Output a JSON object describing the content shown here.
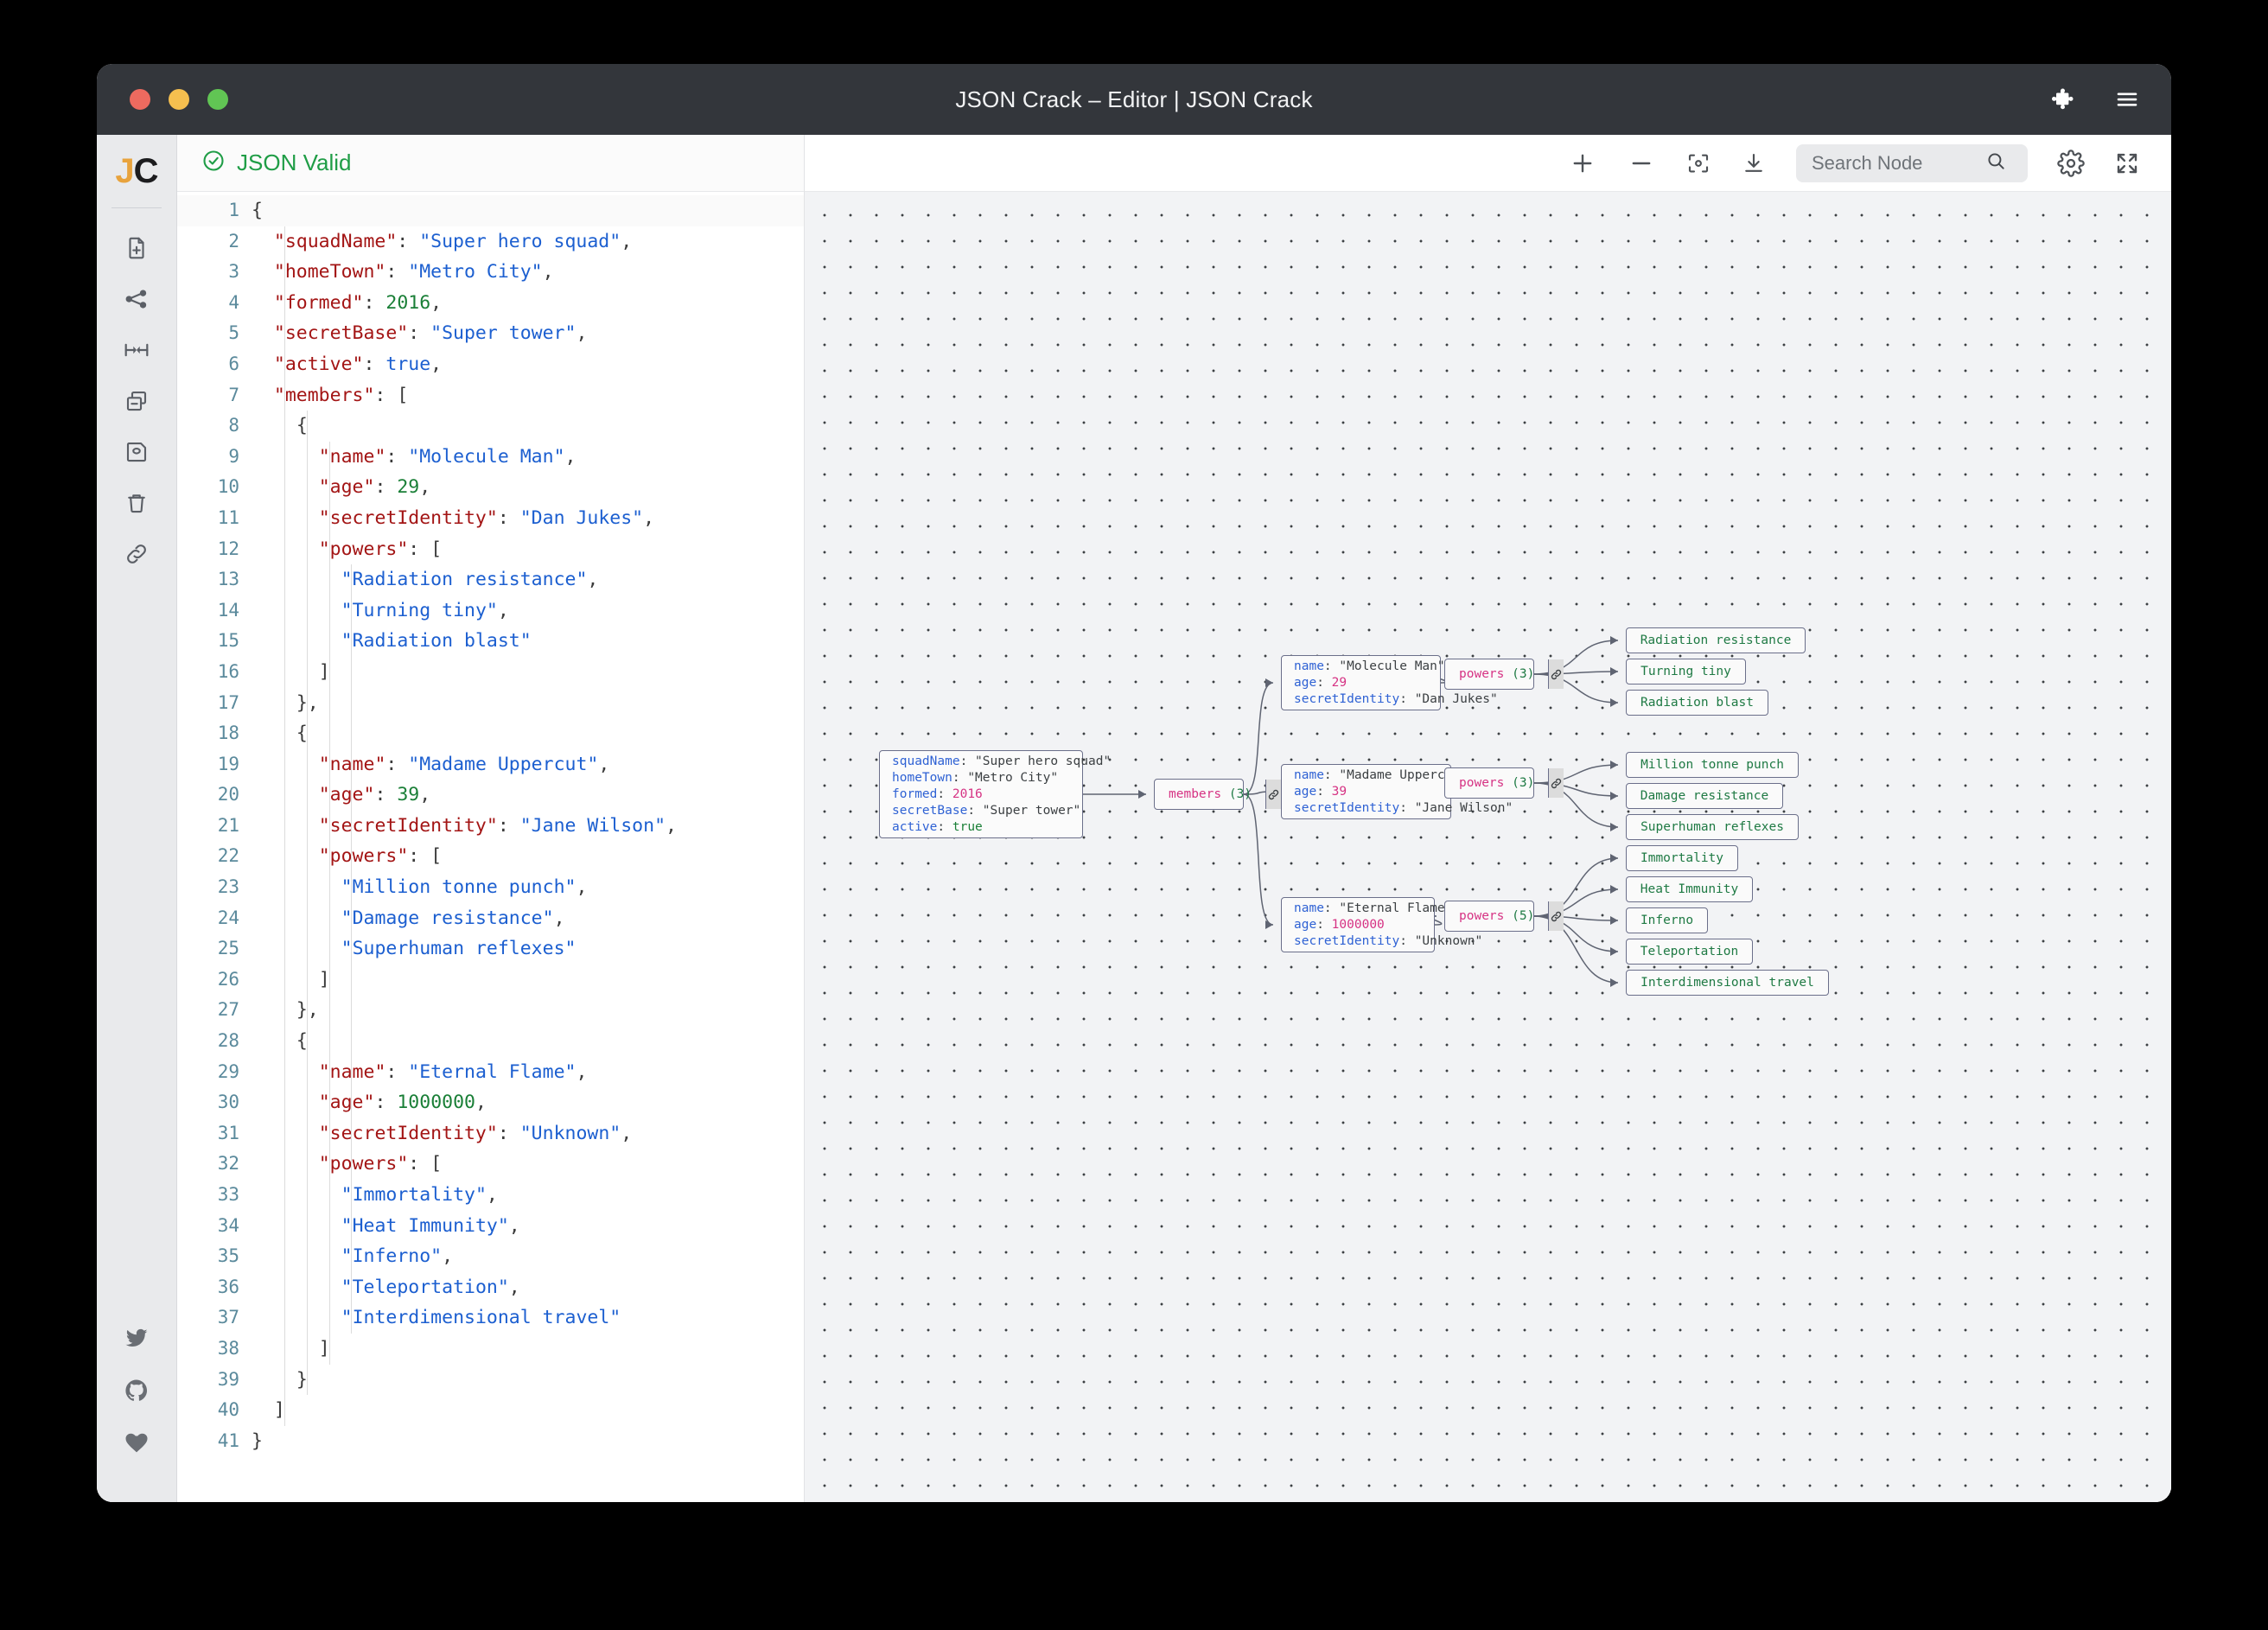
{
  "window": {
    "title": "JSON Crack – Editor | JSON Crack",
    "traffic_lights": [
      "close",
      "minimize",
      "maximize"
    ],
    "right_icons": [
      "puzzle-icon",
      "hamburger-menu-icon"
    ]
  },
  "sidebar": {
    "logo": {
      "first": "J",
      "second": "C"
    },
    "top_items": [
      {
        "name": "new-file-icon",
        "label": "New File"
      },
      {
        "name": "share-graph-icon",
        "label": "Share"
      },
      {
        "name": "collapse-icon",
        "label": "Collapse"
      },
      {
        "name": "copy-window-icon",
        "label": "Copy"
      },
      {
        "name": "save-icon",
        "label": "Save"
      },
      {
        "name": "delete-icon",
        "label": "Delete"
      },
      {
        "name": "link-icon",
        "label": "Link"
      }
    ],
    "bottom_items": [
      {
        "name": "twitter-icon",
        "label": "Twitter"
      },
      {
        "name": "github-icon",
        "label": "GitHub"
      },
      {
        "name": "heart-icon",
        "label": "Sponsor"
      }
    ]
  },
  "editor": {
    "status": "JSON Valid",
    "status_color": "#1f9d46",
    "status_icon": "check-circle-icon",
    "lines": [
      {
        "no": 1,
        "text": "{",
        "indent": 0
      },
      {
        "no": 2,
        "text": "  \"squadName\": \"Super hero squad\",",
        "indent": 1
      },
      {
        "no": 3,
        "text": "  \"homeTown\": \"Metro City\",",
        "indent": 1
      },
      {
        "no": 4,
        "text": "  \"formed\": 2016,",
        "indent": 1
      },
      {
        "no": 5,
        "text": "  \"secretBase\": \"Super tower\",",
        "indent": 1
      },
      {
        "no": 6,
        "text": "  \"active\": true,",
        "indent": 1
      },
      {
        "no": 7,
        "text": "  \"members\": [",
        "indent": 1
      },
      {
        "no": 8,
        "text": "    {",
        "indent": 2
      },
      {
        "no": 9,
        "text": "      \"name\": \"Molecule Man\",",
        "indent": 3
      },
      {
        "no": 10,
        "text": "      \"age\": 29,",
        "indent": 3
      },
      {
        "no": 11,
        "text": "      \"secretIdentity\": \"Dan Jukes\",",
        "indent": 3
      },
      {
        "no": 12,
        "text": "      \"powers\": [",
        "indent": 3
      },
      {
        "no": 13,
        "text": "        \"Radiation resistance\",",
        "indent": 4
      },
      {
        "no": 14,
        "text": "        \"Turning tiny\",",
        "indent": 4
      },
      {
        "no": 15,
        "text": "        \"Radiation blast\"",
        "indent": 4
      },
      {
        "no": 16,
        "text": "      ]",
        "indent": 3
      },
      {
        "no": 17,
        "text": "    },",
        "indent": 2
      },
      {
        "no": 18,
        "text": "    {",
        "indent": 2
      },
      {
        "no": 19,
        "text": "      \"name\": \"Madame Uppercut\",",
        "indent": 3
      },
      {
        "no": 20,
        "text": "      \"age\": 39,",
        "indent": 3
      },
      {
        "no": 21,
        "text": "      \"secretIdentity\": \"Jane Wilson\",",
        "indent": 3
      },
      {
        "no": 22,
        "text": "      \"powers\": [",
        "indent": 3
      },
      {
        "no": 23,
        "text": "        \"Million tonne punch\",",
        "indent": 4
      },
      {
        "no": 24,
        "text": "        \"Damage resistance\",",
        "indent": 4
      },
      {
        "no": 25,
        "text": "        \"Superhuman reflexes\"",
        "indent": 4
      },
      {
        "no": 26,
        "text": "      ]",
        "indent": 3
      },
      {
        "no": 27,
        "text": "    },",
        "indent": 2
      },
      {
        "no": 28,
        "text": "    {",
        "indent": 2
      },
      {
        "no": 29,
        "text": "      \"name\": \"Eternal Flame\",",
        "indent": 3
      },
      {
        "no": 30,
        "text": "      \"age\": 1000000,",
        "indent": 3
      },
      {
        "no": 31,
        "text": "      \"secretIdentity\": \"Unknown\",",
        "indent": 3
      },
      {
        "no": 32,
        "text": "      \"powers\": [",
        "indent": 3
      },
      {
        "no": 33,
        "text": "        \"Immortality\",",
        "indent": 4
      },
      {
        "no": 34,
        "text": "        \"Heat Immunity\",",
        "indent": 4
      },
      {
        "no": 35,
        "text": "        \"Inferno\",",
        "indent": 4
      },
      {
        "no": 36,
        "text": "        \"Teleportation\",",
        "indent": 4
      },
      {
        "no": 37,
        "text": "        \"Interdimensional travel\"",
        "indent": 4
      },
      {
        "no": 38,
        "text": "      ]",
        "indent": 3
      },
      {
        "no": 39,
        "text": "    }",
        "indent": 2
      },
      {
        "no": 40,
        "text": "  ]",
        "indent": 1
      },
      {
        "no": 41,
        "text": "}",
        "indent": 0
      }
    ]
  },
  "toolbar": {
    "zoom_in": "zoom-in-icon",
    "zoom_out": "zoom-out-icon",
    "center": "center-view-icon",
    "download": "download-icon",
    "search_placeholder": "Search Node",
    "search_value": "",
    "search_icon": "search-icon",
    "settings": "gear-icon",
    "fullscreen": "fullscreen-icon"
  },
  "graph": {
    "root": {
      "rows": [
        {
          "key": "squadName",
          "value": "\"Super hero squad\"",
          "type": "string"
        },
        {
          "key": "homeTown",
          "value": "\"Metro City\"",
          "type": "string"
        },
        {
          "key": "formed",
          "value": "2016",
          "type": "number"
        },
        {
          "key": "secretBase",
          "value": "\"Super tower\"",
          "type": "string"
        },
        {
          "key": "active",
          "value": "true",
          "type": "boolean"
        }
      ]
    },
    "members_node": {
      "key": "members",
      "count": "(3)",
      "link_icon": "link-icon"
    },
    "members": [
      {
        "rows": [
          {
            "key": "name",
            "value": "\"Molecule Man\"",
            "type": "string"
          },
          {
            "key": "age",
            "value": "29",
            "type": "number"
          },
          {
            "key": "secretIdentity",
            "value": "\"Dan Jukes\"",
            "type": "string"
          }
        ],
        "powers_node": {
          "key": "powers",
          "count": "(3)",
          "link_icon": "link-icon"
        },
        "powers": [
          "Radiation resistance",
          "Turning tiny",
          "Radiation blast"
        ]
      },
      {
        "rows": [
          {
            "key": "name",
            "value": "\"Madame Uppercut\"",
            "type": "string"
          },
          {
            "key": "age",
            "value": "39",
            "type": "number"
          },
          {
            "key": "secretIdentity",
            "value": "\"Jane Wilson\"",
            "type": "string"
          }
        ],
        "powers_node": {
          "key": "powers",
          "count": "(3)",
          "link_icon": "link-icon"
        },
        "powers": [
          "Million tonne punch",
          "Damage resistance",
          "Superhuman reflexes"
        ]
      },
      {
        "rows": [
          {
            "key": "name",
            "value": "\"Eternal Flame\"",
            "type": "string"
          },
          {
            "key": "age",
            "value": "1000000",
            "type": "number"
          },
          {
            "key": "secretIdentity",
            "value": "\"Unknown\"",
            "type": "string"
          }
        ],
        "powers_node": {
          "key": "powers",
          "count": "(5)",
          "link_icon": "link-icon"
        },
        "powers": [
          "Immortality",
          "Heat Immunity",
          "Inferno",
          "Teleportation",
          "Interdimensional travel"
        ]
      }
    ]
  },
  "colors": {
    "titlebar": "#33363b",
    "accent_orange": "#e8a33d",
    "valid_green": "#1f9d46",
    "node_border": "#6b6f8a",
    "graph_bg": "#f2f3f5"
  }
}
